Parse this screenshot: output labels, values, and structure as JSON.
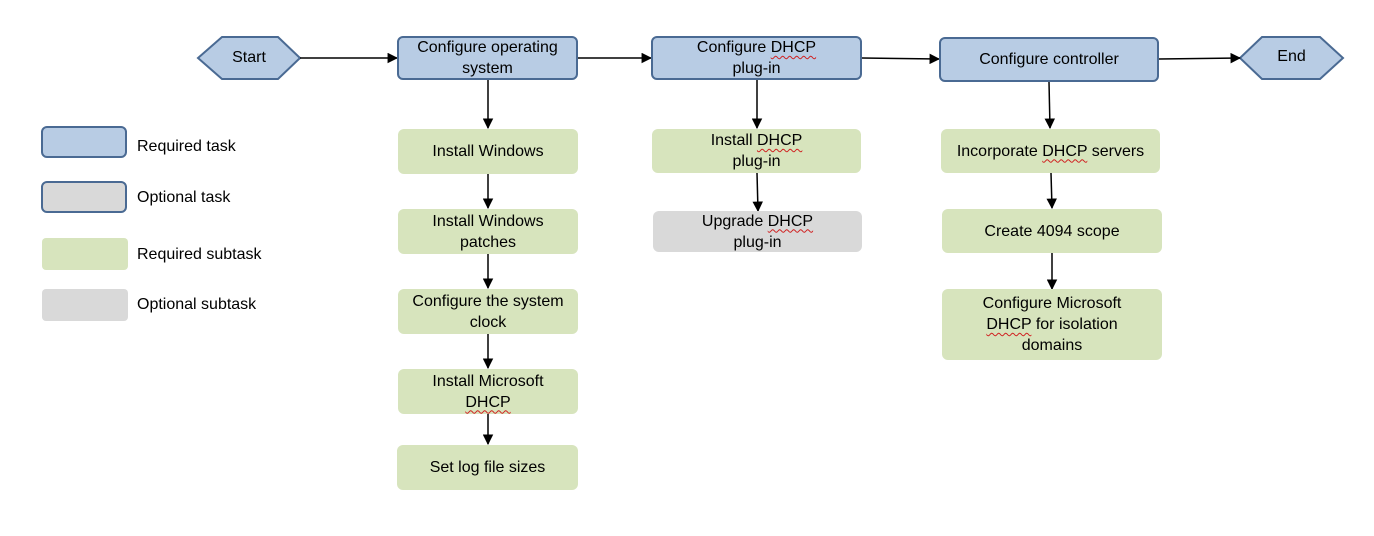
{
  "start_label": "Start",
  "end_label": "End",
  "tasks": {
    "os": "Configure operating system",
    "dhcp_plugin_prefix": "Configure ",
    "dhcp_plugin_underlined": "DHCP",
    "dhcp_plugin_suffix": "plug-in",
    "controller": "Configure controller"
  },
  "subtasks_os": [
    "Install Windows",
    "Install Windows patches",
    "Configure the system clock",
    "Install Microsoft",
    "DHCP",
    "Set log file sizes"
  ],
  "subtasks_dhcp": {
    "install_prefix": "Install ",
    "install_underlined": "DHCP",
    "install_suffix": "plug-in",
    "upgrade_prefix": "Upgrade ",
    "upgrade_underlined": "DHCP",
    "upgrade_suffix": "plug-in"
  },
  "subtasks_controller": {
    "incorporate_prefix": "Incorporate ",
    "incorporate_underlined": "DHCP",
    "incorporate_suffix": " servers",
    "scope": "Create 4094 scope",
    "isolation_line1": "Configure Microsoft",
    "isolation_underlined": "DHCP",
    "isolation_suffix": " for isolation",
    "isolation_line3": "domains"
  },
  "legend": {
    "required_task": "Required task",
    "optional_task": "Optional task",
    "required_subtask": "Required subtask",
    "optional_subtask": "Optional subtask"
  },
  "colors": {
    "required_task_fill": "#b8cce4",
    "task_border": "#4a6a93",
    "optional_fill": "#d9d9d9",
    "required_subtask_fill": "#d7e4bd",
    "hexagon_fill": "#b8cce4"
  }
}
